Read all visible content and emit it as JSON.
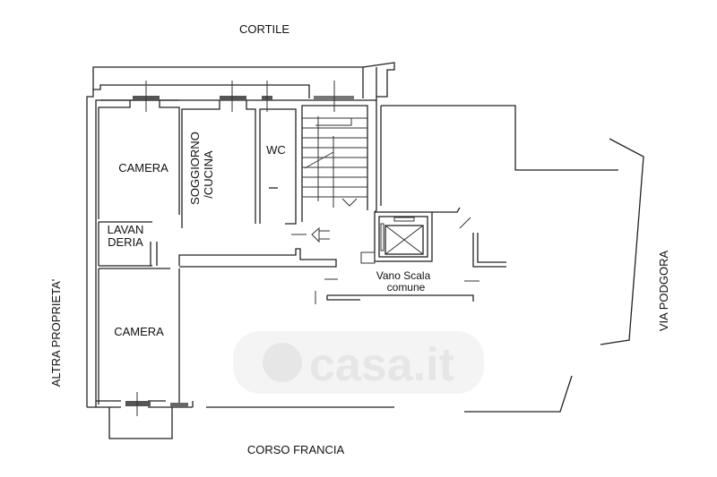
{
  "streets": {
    "top": "CORTILE",
    "bottom": "CORSO FRANCIA",
    "left": "ALTRA PROPRIETA'",
    "right": "VIA PODGORA"
  },
  "rooms": {
    "camera_top": "CAMERA",
    "soggiorno_line1": "SOGGIORNO",
    "soggiorno_line2": "/CUCINA",
    "wc": "WC",
    "lavanderia_line1": "LAVAN",
    "lavanderia_line2": "DERIA",
    "camera_bottom": "CAMERA",
    "vano_line1": "Vano Scala",
    "vano_line2": "comune"
  },
  "watermark": "casa.it"
}
